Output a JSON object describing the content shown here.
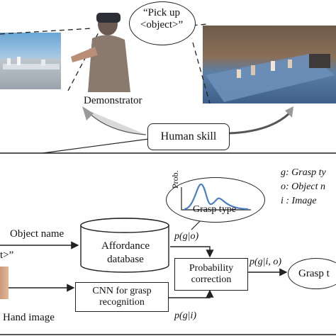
{
  "top": {
    "speech": "“Pick up <object>”",
    "demonstrator_label": "Demonstrator",
    "skill_label": "Human skill"
  },
  "legend": {
    "g": "g: Grasp ty",
    "o": "o: Object n",
    "i": "i : Image"
  },
  "plot": {
    "ylabel": "Prob.",
    "xlabel": "Grasp type",
    "curve_color": "#4a7fc1"
  },
  "flow": {
    "object_name_label": "Object name",
    "quote_tail": "t>”",
    "affordance_db": "Affordance database",
    "p_g_o": "p(g|o)",
    "prob_correction": "Probability correction",
    "p_g_io": "p(g|i, o)",
    "grasp_output": "Grasp t",
    "cnn_box": "CNN for grasp recognition",
    "p_g_i": "p(g|i)",
    "hand_image_label": "Hand image"
  }
}
